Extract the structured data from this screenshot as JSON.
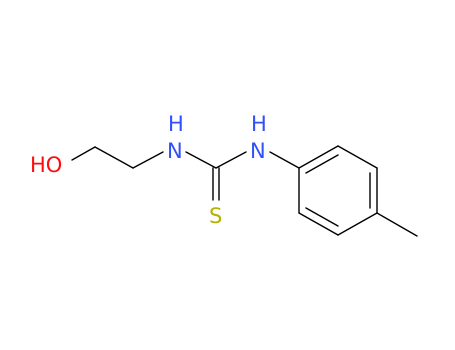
{
  "molecule": {
    "atoms": {
      "oxygen": {
        "label": "HO",
        "color": "#ff0d0d"
      },
      "nitrogen_left": {
        "label": "N",
        "h_label": "H",
        "color": "#3050f8"
      },
      "nitrogen_right": {
        "label": "N",
        "h_label": "H",
        "color": "#3050f8"
      },
      "sulfur": {
        "label": "S",
        "color": "#b2b200"
      }
    },
    "bond_color": "#000000"
  }
}
